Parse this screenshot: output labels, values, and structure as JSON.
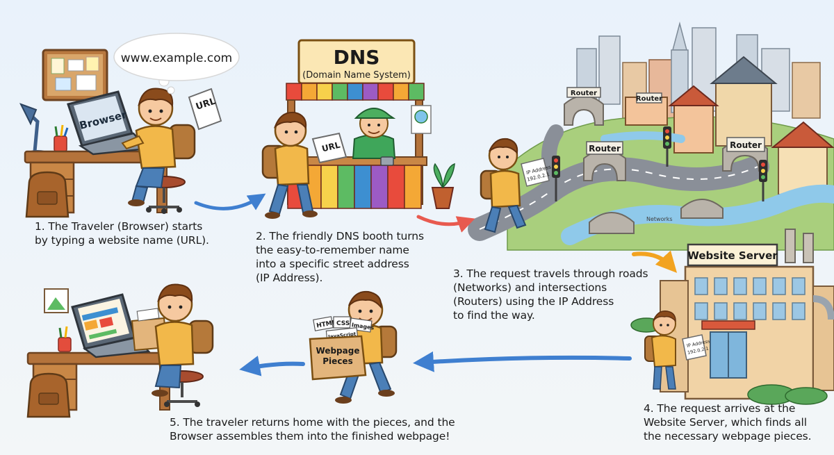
{
  "thought_bubble": {
    "url": "www.example.com"
  },
  "laptop_screen_label": "Browser",
  "paper_url_1": "URL",
  "paper_url_2": "URL",
  "dns_booth": {
    "title": "DNS",
    "subtitle": "(Domain Name System)"
  },
  "city": {
    "routers": [
      "Router",
      "Router",
      "Router",
      "Router"
    ],
    "networks_label": "Networks",
    "paper_ip_title": "IP Address",
    "paper_ip_value": "192.0.2.1"
  },
  "server": {
    "sign": "Website Server",
    "paper_ip_title": "IP Address",
    "paper_ip_value": "192.0.2.1"
  },
  "box": {
    "tags": [
      "HTML",
      "CSS",
      "Images",
      "JavaScript"
    ],
    "label_line1": "Webpage",
    "label_line2": "Pieces"
  },
  "steps": [
    {
      "text": "1. The Traveler (Browser) starts\nby typing a website name (URL)."
    },
    {
      "text": "2. The friendly DNS booth turns\nthe easy-to-remember name\ninto a specific street address\n(IP Address)."
    },
    {
      "text": "3. The request travels through roads\n(Networks) and intersections\n(Routers) using the IP Address\nto find the way."
    },
    {
      "text": "4. The request arrives at the\nWebsite Server, which finds all\nthe necessary webpage pieces."
    },
    {
      "text": "5. The traveler returns home with the pieces, and the\nBrowser assembles them into the finished webpage!"
    }
  ],
  "colors": {
    "background": "#eef4fa",
    "arrow_blue": "#3f7fd0",
    "arrow_red": "#e85a4f",
    "arrow_orange": "#f2a320",
    "booth_awning": [
      "#e84b3c",
      "#f4a836",
      "#f7d14b",
      "#5dbb63",
      "#3d8fd1",
      "#9c5bc4"
    ],
    "server_wall": "#f1d3a6",
    "road": "#8a8f98",
    "water": "#8fc9ea"
  }
}
